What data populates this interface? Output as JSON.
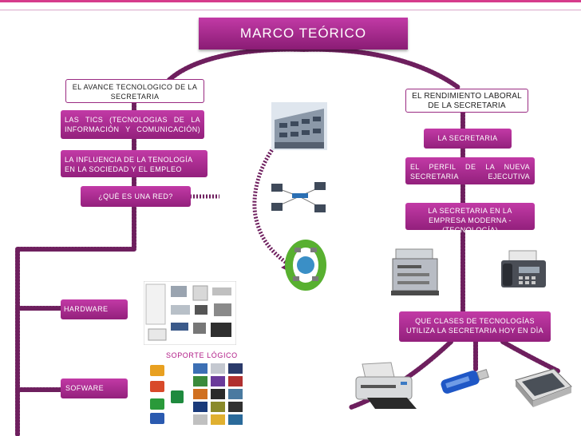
{
  "title": "MARCO TEÓRICO",
  "colors": {
    "accent": "#a0268a",
    "line": "#6e1f5e",
    "rule_top": "#d63b8c"
  },
  "left": {
    "heading": "EL AVANCE TECNOLOGICO DE LA SECRETARIA",
    "tics": "LAS TICS (TECNOLOGIAS DE LA INFORMACIÓN Y COMUNICACIÓN)",
    "influencia": "LA INFLUENCIA DE LA TENOLOGÍA EN LA SOCIEDAD Y EL EMPLEO",
    "red": "¿QUÈ ES UNA RED?",
    "hardware": "HARDWARE",
    "software": "SOFWARE",
    "soporte": "SOPORTE LÓGICO"
  },
  "right": {
    "heading": "EL RENDIMIENTO LABORAL DE LA SECRETARIA",
    "secretaria": "LA SECRETARIA",
    "perfil": "EL PERFIL DE LA NUEVA SECRETARIA EJECUTIVA",
    "empresa": "LA SECRETARIA EN LA EMPRESA MODERNA - (TECNOLOGÍA)",
    "clases": "QUE CLASES DE TECNOLOGÍAS UTILIZA LA SECRETARIA HOY EN DÌA"
  },
  "images": {
    "building": "office-building-photo",
    "network": "network-diagram-image",
    "globe": "green-globe-network-icon",
    "hardware": "computer-hardware-components-image",
    "software_icons": "software-application-icons",
    "copier": "photocopier-image",
    "fax": "fax-machine-image",
    "printer": "printer-image",
    "usb": "usb-drive-image",
    "scanner": "scanner-image"
  }
}
